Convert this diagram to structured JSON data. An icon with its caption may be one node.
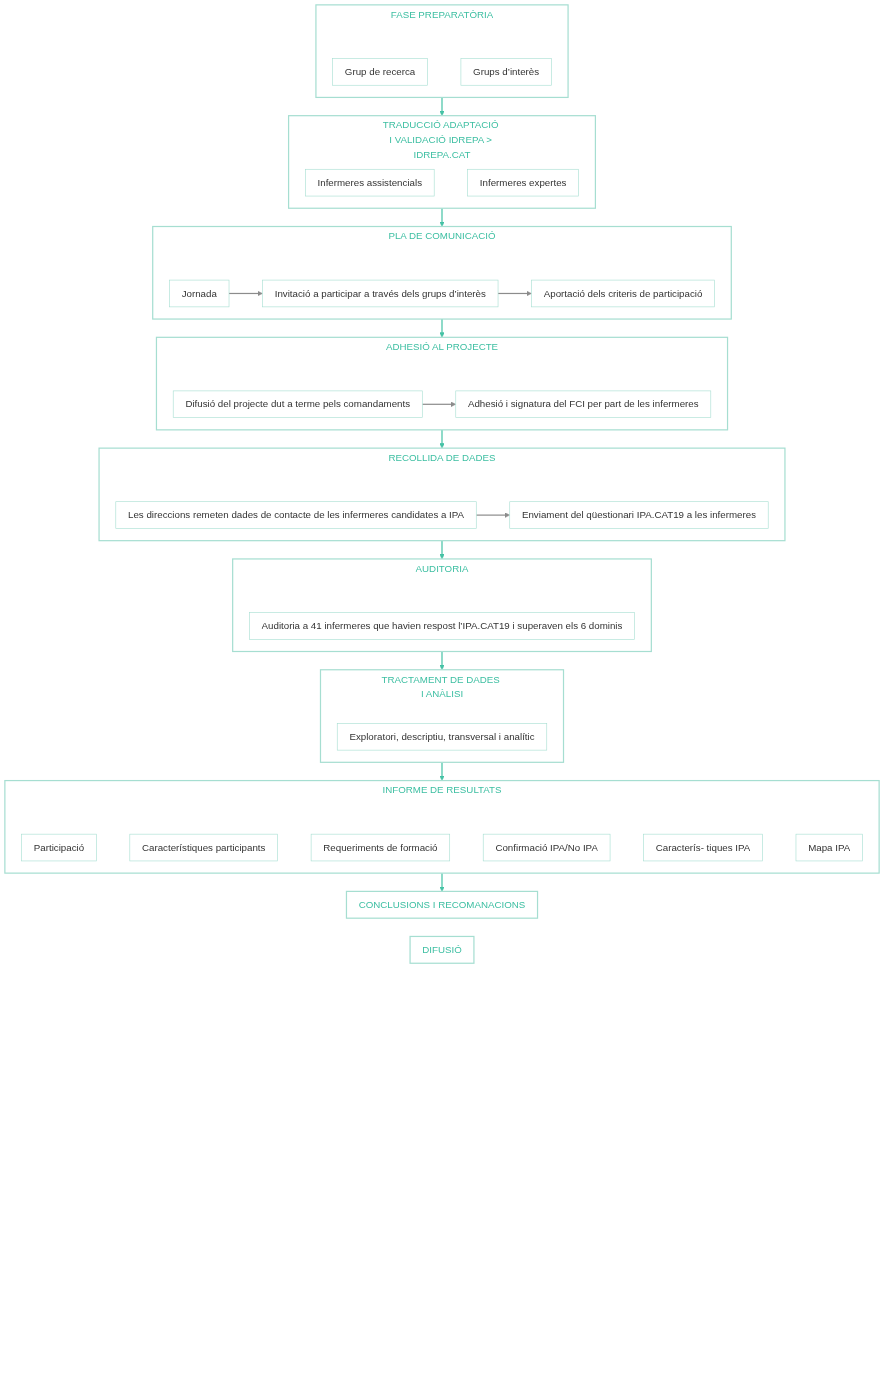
{
  "diagram": {
    "nodes": [
      {
        "text": [
          "FASE PREPARATÒRIA"
        ]
      },
      {
        "text": [
          "Grup de recerca"
        ],
        "in": 0
      },
      {
        "text": [
          "Grups d’interès"
        ],
        "in": 0
      },
      {
        "text": [
          "TRADUCCIÓ ADAPTACIÓ I VALIDACIÓ IDREPA > IDREPA.CAT"
        ]
      },
      {
        "text": [
          "Infermeres assistencials"
        ],
        "in": 3
      },
      {
        "text": [
          "Infermeres expertes"
        ],
        "in": 3
      },
      {
        "text": [
          "PLA DE COMUNICACIÓ"
        ]
      },
      {
        "text": [
          "Jornada"
        ],
        "in": 6
      },
      {
        "text": [
          "Invitació a participar a través dels grups d’interès"
        ],
        "in": 6
      },
      {
        "text": [
          "Aportació dels criteris de participació"
        ],
        "in": 6
      },
      {
        "text": [
          "ADHESIÓ AL PROJECTE"
        ]
      },
      {
        "text": [
          "Difusió del projecte dut a terme pels comandaments"
        ],
        "in": 10
      },
      {
        "text": [
          "Adhesió i signatura del FCI per part de les infermeres"
        ],
        "in": 10
      },
      {
        "text": [
          "RECOLLIDA DE DADES"
        ]
      },
      {
        "text": [
          "Les direccions remeten dades de contacte de les infermeres candidates a IPA"
        ],
        "in": 13
      },
      {
        "text": [
          "Enviament del qüestionari IPA.CAT19 a les infermeres"
        ],
        "in": 13
      },
      {
        "text": [
          "AUDITORIA"
        ]
      },
      {
        "text": [
          "Auditoria a 41 infermeres que havien respost l’IPA.CAT19 i superaven els 6 dominis"
        ],
        "in": 16
      },
      {
        "text": [
          "TRACTAMENT DE DADES I ANÀLISI"
        ]
      },
      {
        "text": [
          "Exploratori, descriptiu, transversal i analític"
        ],
        "in": 18
      },
      {
        "text": [
          "INFORME DE RESULTATS"
        ]
      },
      {
        "text": [
          "Participació"
        ],
        "in": 20
      },
      {
        "text": [
          "Característiques participants"
        ],
        "in": 20
      },
      {
        "text": [
          "Requeriments de formació"
        ],
        "in": 20
      },
      {
        "text": [
          "Confirmació IPA/No IPA"
        ],
        "in": 20
      },
      {
        "text": [
          "Caracterís- tiques IPA"
        ],
        "in": 20
      },
      {
        "text": [
          "Mapa IPA"
        ],
        "in": 20
      },
      {
        "text": [
          "CONCLUSIONS I RECOMANACIONS"
        ]
      },
      {
        "text": [
          "DIFUSIÓ"
        ]
      }
    ],
    "edges": [
      {
        "from": 0,
        "to": 3,
        "arrow": "to"
      },
      {
        "from": 3,
        "to": 6,
        "arrow": "to"
      },
      {
        "from": 7,
        "to": 8,
        "arrow": "to",
        "color": "#8c8c8c"
      },
      {
        "from": 8,
        "to": 9,
        "arrow": "to",
        "color": "#8c8c8c"
      },
      {
        "from": 6,
        "to": 10,
        "arrow": "to"
      },
      {
        "from": 11,
        "to": 12,
        "arrow": "to",
        "color": "#8c8c8c"
      },
      {
        "from": 10,
        "to": 13,
        "arrow": "to"
      },
      {
        "from": 14,
        "to": 15,
        "arrow": "to",
        "color": "#8c8c8c"
      },
      {
        "from": 13,
        "to": 16,
        "arrow": "to"
      },
      {
        "from": 16,
        "to": 18,
        "arrow": "to"
      },
      {
        "from": 18,
        "to": 20,
        "arrow": "to"
      },
      {
        "from": 20,
        "to": 27,
        "arrow": "to"
      }
    ]
  }
}
